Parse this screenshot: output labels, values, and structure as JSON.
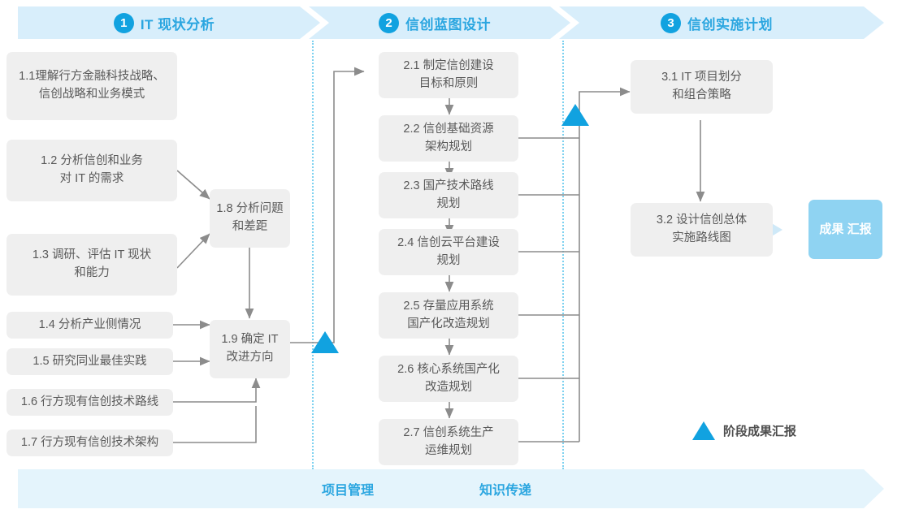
{
  "phases": [
    {
      "number": "1",
      "title": "IT 现状分析"
    },
    {
      "number": "2",
      "title": "信创蓝图设计"
    },
    {
      "number": "3",
      "title": "信创实施计划"
    }
  ],
  "boxes": {
    "p1_left": [
      {
        "id": "1.1",
        "line1": "1.1理解行方金融科技战略、",
        "line2": "信创战略和业务模式"
      },
      {
        "id": "1.2",
        "line1": "1.2 分析信创和业务",
        "line2": "对 IT 的需求"
      },
      {
        "id": "1.3",
        "line1": "1.3 调研、评估 IT 现状",
        "line2": "和能力"
      },
      {
        "id": "1.4",
        "line1": "1.4 分析产业侧情况",
        "line2": ""
      },
      {
        "id": "1.5",
        "line1": "1.5 研究同业最佳实践",
        "line2": ""
      },
      {
        "id": "1.6",
        "line1": "1.6 行方现有信创技术路线",
        "line2": ""
      },
      {
        "id": "1.7",
        "line1": "1.7 行方现有信创技术架构",
        "line2": ""
      }
    ],
    "p1_right": [
      {
        "id": "1.8",
        "line1": "1.8 分析问题",
        "line2": "和差距"
      },
      {
        "id": "1.9",
        "line1": "1.9 确定 IT",
        "line2": "改进方向"
      }
    ],
    "p2": [
      {
        "id": "2.1",
        "line1": "2.1 制定信创建设",
        "line2": "目标和原则"
      },
      {
        "id": "2.2",
        "line1": "2.2 信创基础资源",
        "line2": "架构规划"
      },
      {
        "id": "2.3",
        "line1": "2.3 国产技术路线",
        "line2": "规划"
      },
      {
        "id": "2.4",
        "line1": "2.4 信创云平台建设",
        "line2": "规划"
      },
      {
        "id": "2.5",
        "line1": "2.5 存量应用系统",
        "line2": "国产化改造规划"
      },
      {
        "id": "2.6",
        "line1": "2.6 核心系统国产化",
        "line2": "改造规划"
      },
      {
        "id": "2.7",
        "line1": "2.7 信创系统生产",
        "line2": "运维规划"
      }
    ],
    "p3": [
      {
        "id": "3.1",
        "line1": "3.1 IT 项目划分",
        "line2": "和组合策略"
      },
      {
        "id": "3.2",
        "line1": "3.2 设计信创总体",
        "line2": "实施路线图"
      }
    ]
  },
  "result_chip": {
    "line1": "成果",
    "line2": "汇报"
  },
  "legend": {
    "label": "阶段成果汇报"
  },
  "footer": {
    "label_left": "项目管理",
    "label_right": "知识传递"
  },
  "colors": {
    "accent": "#11a2e0",
    "band": "#d8eefb",
    "footer_band": "#e4f4fc",
    "box": "#efefef",
    "box_text": "#595959",
    "chip": "#8fd3f2",
    "dotted": "#7fd2f0",
    "wire": "#8c8c8c"
  }
}
